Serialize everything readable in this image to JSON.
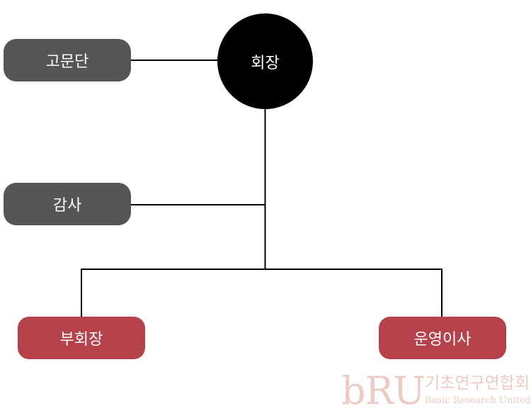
{
  "org_chart": {
    "chairman": "회장",
    "advisory_board": "고문단",
    "auditor": "감사",
    "vice_chairman": "부회장",
    "executive_director": "운영이사"
  },
  "logo": {
    "mark": "bRU",
    "name_kr": "기초연구연합회",
    "name_en": "Basic Research United"
  },
  "colors": {
    "chairman_fill": "#000000",
    "staff_fill": "#555555",
    "line_fill": "#b5424a",
    "connector": "#000000",
    "logo": "#eccbc4"
  }
}
